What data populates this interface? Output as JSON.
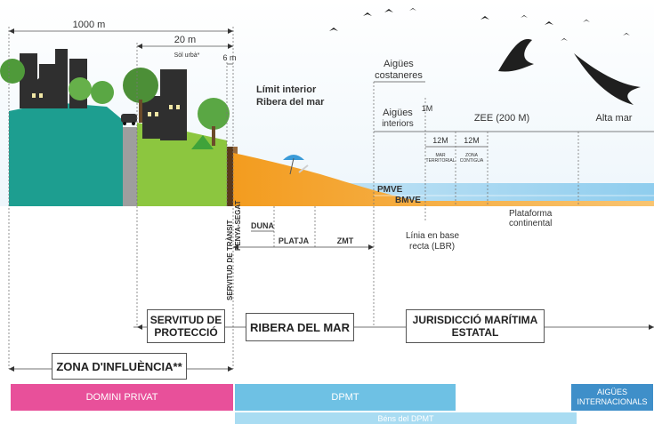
{
  "measures": {
    "m1000": "1000 m",
    "m20": "20 m",
    "sol_urba": "Sòl urbà*",
    "m6": "6 m",
    "aigues_costaneres_1": "Aigües",
    "aigues_costaneres_2": "costaneres",
    "aigues_interiors_1": "Aigües",
    "aigues_interiors_2": "interiors",
    "m1": "1M",
    "zee": "ZEE (200 M)",
    "alta_mar": "Alta mar",
    "m12a": "12M",
    "m12b": "12M",
    "mar_territorial_1": "MAR",
    "mar_territorial_2": "TERRITORIAL",
    "zona_contigua_1": "ZONA",
    "zona_contigua_2": "CONTIGUA"
  },
  "labels": {
    "limit_1": "Límit interior",
    "limit_2": "Ribera del mar",
    "pmve": "PMVE",
    "bmve": "BMVE",
    "plataforma_1": "Plataforma",
    "plataforma_2": "continental",
    "lbr_1": "Línia en base",
    "lbr_2": "recta (LBR)",
    "servitud_transit": "SERVITUD DE TRÀNSIT",
    "penya_segat": "PENYA-SEGAT",
    "duna": "DUNA",
    "platja": "PLATJA",
    "zmt": "ZMT"
  },
  "zones": {
    "servitud_1": "SERVITUD DE",
    "servitud_2": "PROTECCIÓ",
    "ribera": "RIBERA DEL MAR",
    "jurisdiccio_1": "JURISDICCIÓ MARÍTIMA",
    "jurisdiccio_2": "ESTATAL",
    "influencia": "ZONA D'INFLUÈNCIA**"
  },
  "bars": {
    "domini_privat": "DOMINI PRIVAT",
    "dpmt": "DPMT",
    "aigues_int_1": "AIGÜES",
    "aigues_int_2": "INTERNACIONALS",
    "bens": "Béns del DPMT"
  },
  "colors": {
    "land": "#1e9e8f",
    "green": "#8cc63f",
    "sand": "#f5a623",
    "sea": "#7fc7e8",
    "pink": "#e8509a",
    "dpmt_blue": "#6ec1e4",
    "intl_blue": "#3f8fc9"
  }
}
